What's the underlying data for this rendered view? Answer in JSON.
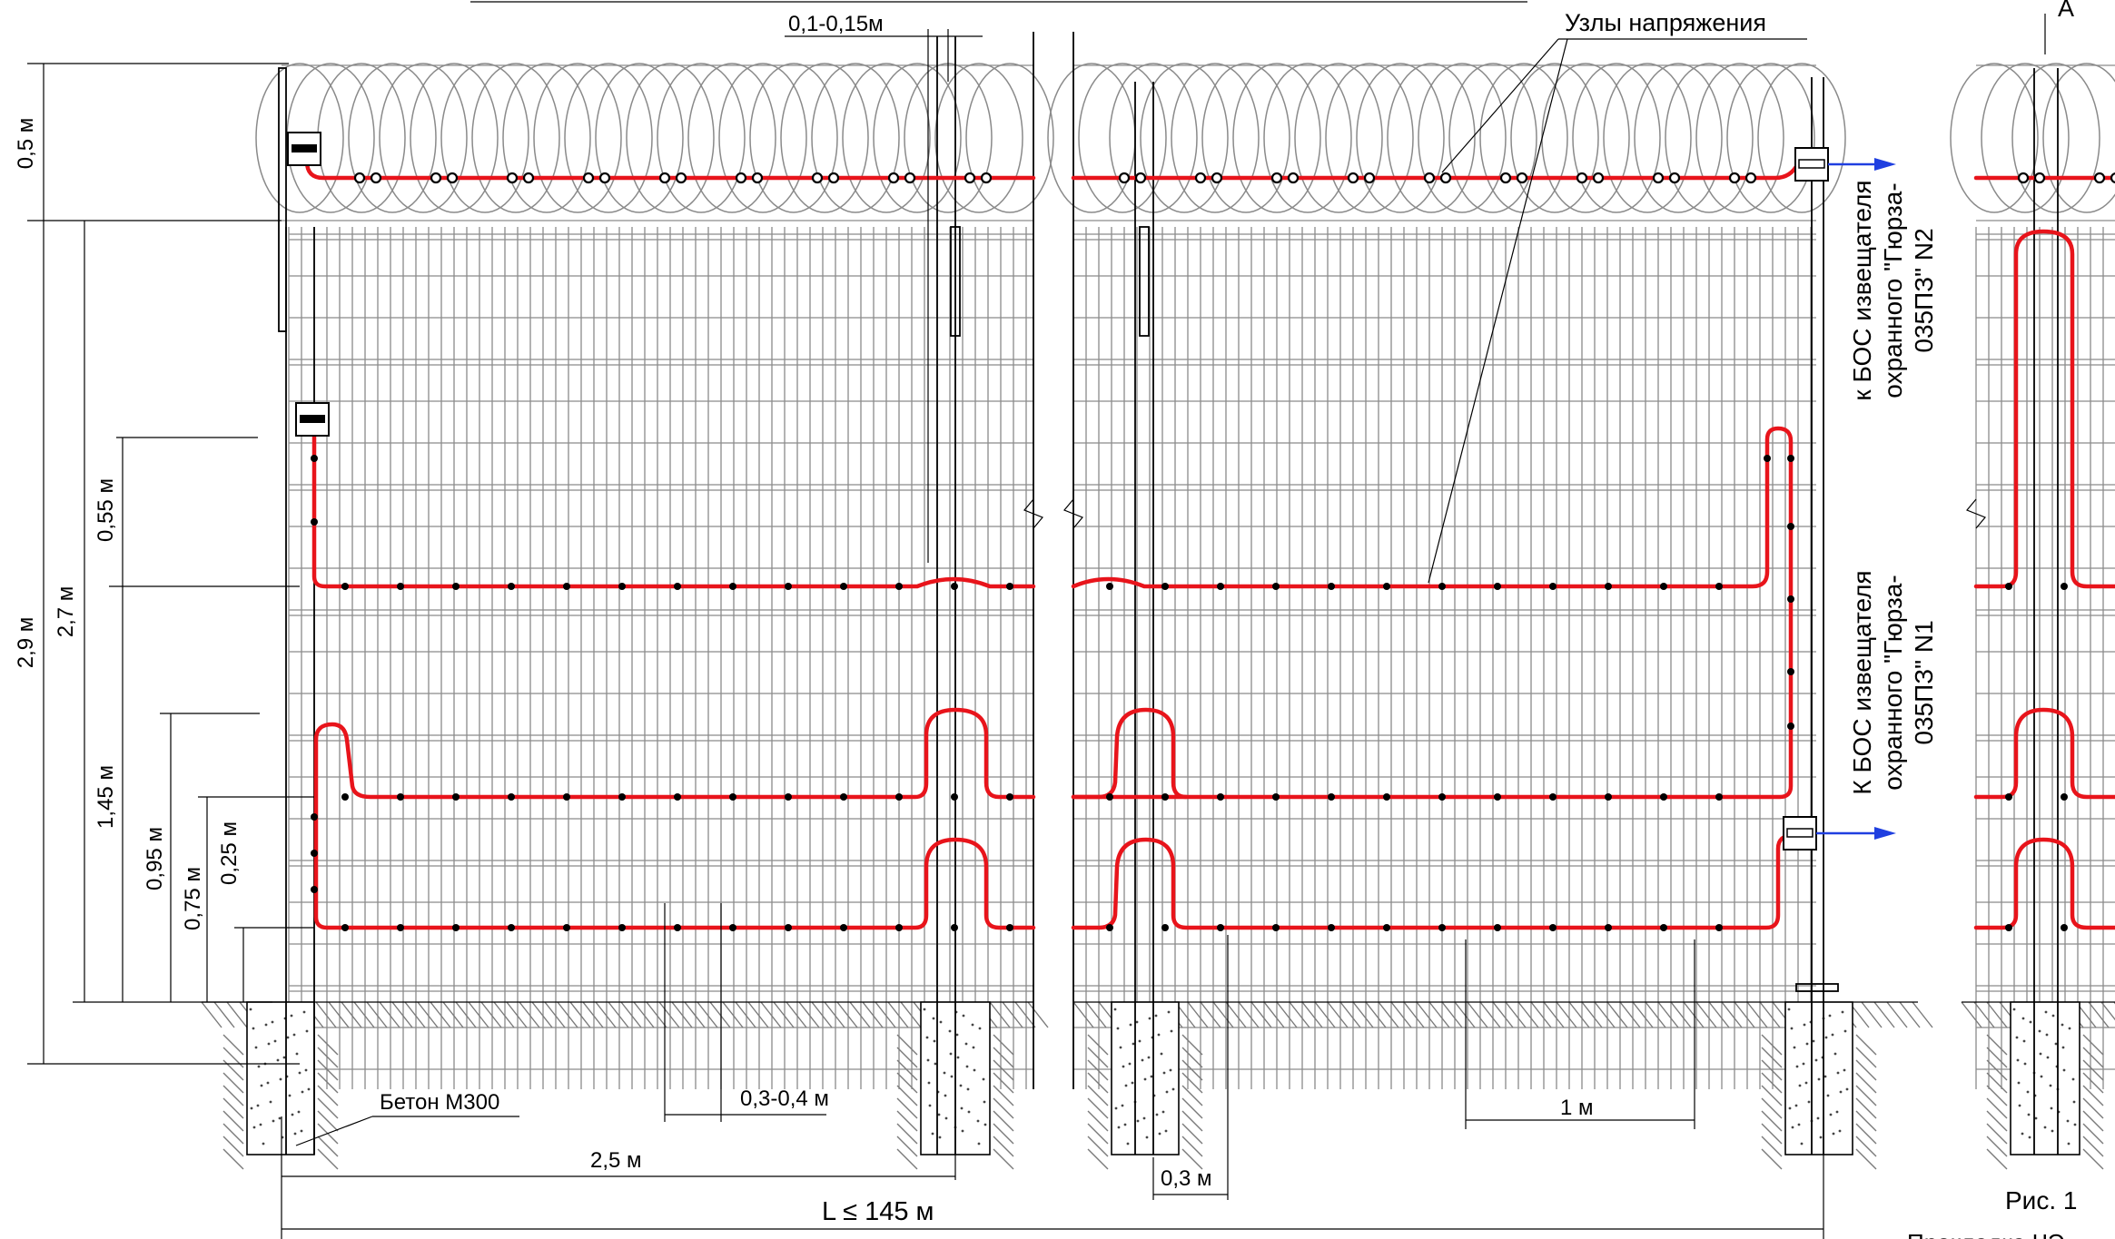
{
  "labels": {
    "top_gap": "0,1-0,15м",
    "nodes_label": "Узлы напряжения",
    "view_marker": "А",
    "height_05": "0,5 м",
    "height_29": "2,9 м",
    "height_27": "2,7 м",
    "height_055": "0,55 м",
    "height_145": "1,45 м",
    "height_095": "0,95 м",
    "height_075": "0,75 м",
    "height_025": "0,25 м",
    "concrete": "Бетон М300",
    "span_25": "2,5 м",
    "step_03_04": "0,3-0,4 м",
    "post_03": "0,3 м",
    "step_1m": "1 м",
    "total_length": "L ≤ 145 м",
    "to_detector_2": [
      "к БОС извещателя",
      "охранного \"Гюрза-",
      "035ПЗ\" N2"
    ],
    "to_detector_1": [
      "К БОС извещателя",
      "охранного \"Гюрза-",
      "035ПЗ\" N1"
    ],
    "figure": "Рис. 1",
    "caption_partial": "Прокладка ЧЭ"
  },
  "colors": {
    "wire": "#e8141b",
    "arrow": "#1f3fe0",
    "grid": "#8a8a8a",
    "line": "#000000"
  },
  "icons": [
    "junction-box-icon",
    "arrow-right-icon",
    "arrow-down-icon"
  ]
}
